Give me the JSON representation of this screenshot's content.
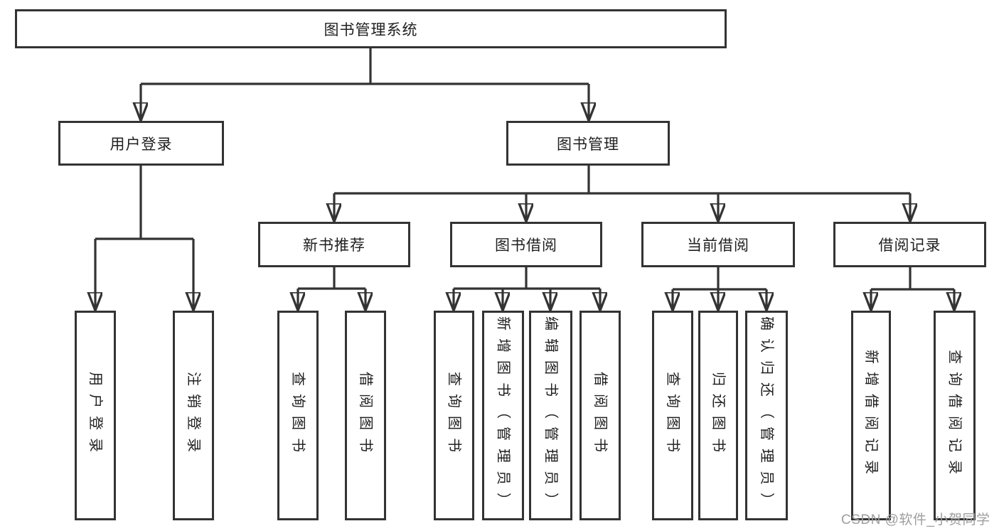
{
  "diagram": {
    "root": {
      "label": "图书管理系统"
    },
    "level2": [
      {
        "label": "用户登录",
        "children": [
          "用户登录",
          "注销登录"
        ]
      },
      {
        "label": "图书管理"
      }
    ],
    "level3": [
      {
        "label": "新书推荐",
        "children": [
          "查询图书",
          "借阅图书"
        ]
      },
      {
        "label": "图书借阅",
        "children": [
          "查询图书",
          "新增图书（管理员）",
          "编辑图书（管理员）",
          "借阅图书"
        ]
      },
      {
        "label": "当前借阅",
        "children": [
          "查询图书",
          "归还图书",
          "确认归还（管理员）"
        ]
      },
      {
        "label": "借阅记录",
        "children": [
          "新增借阅记录",
          "查询借阅记录"
        ]
      }
    ],
    "watermark": "CSDN @软件_小贺同学"
  }
}
